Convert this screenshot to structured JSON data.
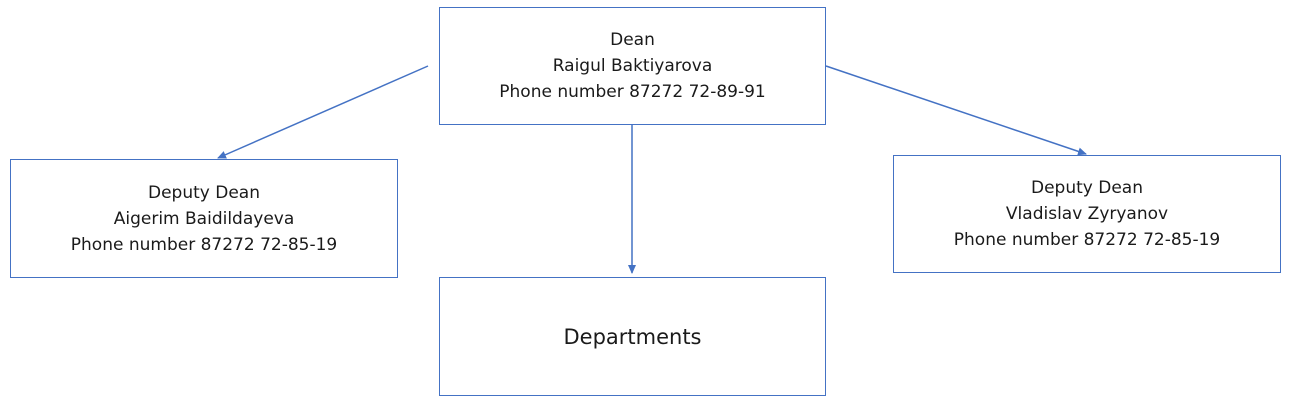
{
  "nodes": {
    "dean": {
      "role": "Dean",
      "name": "Raigul Baktiyarova",
      "phone": "Phone number 87272 72-89-91"
    },
    "deputy_left": {
      "role": "Deputy Dean",
      "name": "Aigerim Baidildayeva",
      "phone": "Phone number 87272 72-85-19"
    },
    "deputy_right": {
      "role": "Deputy Dean",
      "name": "Vladislav Zyryanov",
      "phone": "Phone number 87272 72-85-19"
    },
    "departments": {
      "label": "Departments"
    }
  },
  "edges": [
    {
      "from": "dean",
      "to": "deputy_left"
    },
    {
      "from": "dean",
      "to": "deputy_right"
    },
    {
      "from": "dean",
      "to": "departments"
    }
  ],
  "colors": {
    "border": "#4472c4",
    "connector": "#4472c4",
    "text": "#1a1a1a"
  }
}
